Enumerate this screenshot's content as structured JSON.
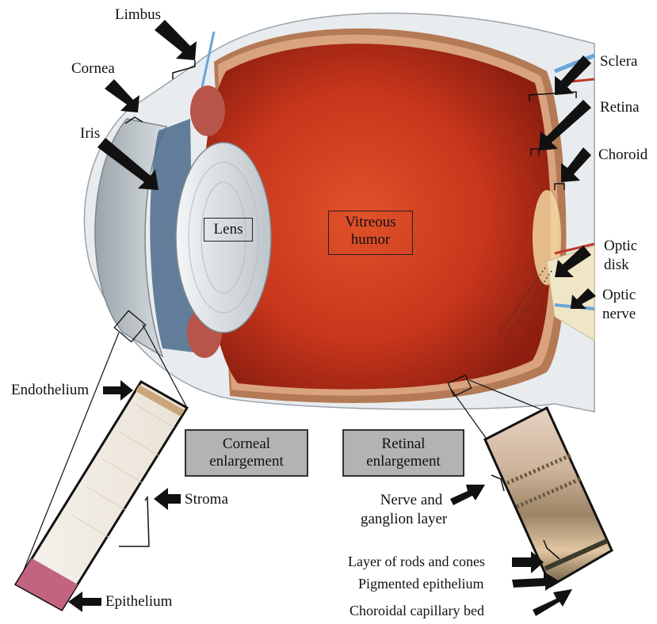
{
  "labels": {
    "limbus": "Limbus",
    "cornea": "Cornea",
    "iris": "Iris",
    "lens": "Lens",
    "vitreous_line1": "Vitreous",
    "vitreous_line2": "humor",
    "sclera": "Sclera",
    "retina": "Retina",
    "choroid": "Choroid",
    "optic_disk_line1": "Optic",
    "optic_disk_line2": "disk",
    "optic_nerve_line1": "Optic",
    "optic_nerve_line2": "nerve",
    "endothelium": "Endothelium",
    "stroma": "Stroma",
    "epithelium": "Epithelium",
    "corneal_enl_line1": "Corneal",
    "corneal_enl_line2": "enlargement",
    "retinal_enl_line1": "Retinal",
    "retinal_enl_line2": "enlargement",
    "nerve_line1": "Nerve and",
    "nerve_line2": "ganglion layer",
    "rods_cones": "Layer of rods and cones",
    "pigmented": "Pigmented epithelium",
    "choroidal": "Choroidal capillary bed"
  },
  "colors": {
    "vitreous": "#c8361c",
    "sclera": "#e9ecef",
    "lens": "#dfe3e6",
    "iris": "#4a6a8a",
    "box_fill": "#b3b3b3"
  }
}
